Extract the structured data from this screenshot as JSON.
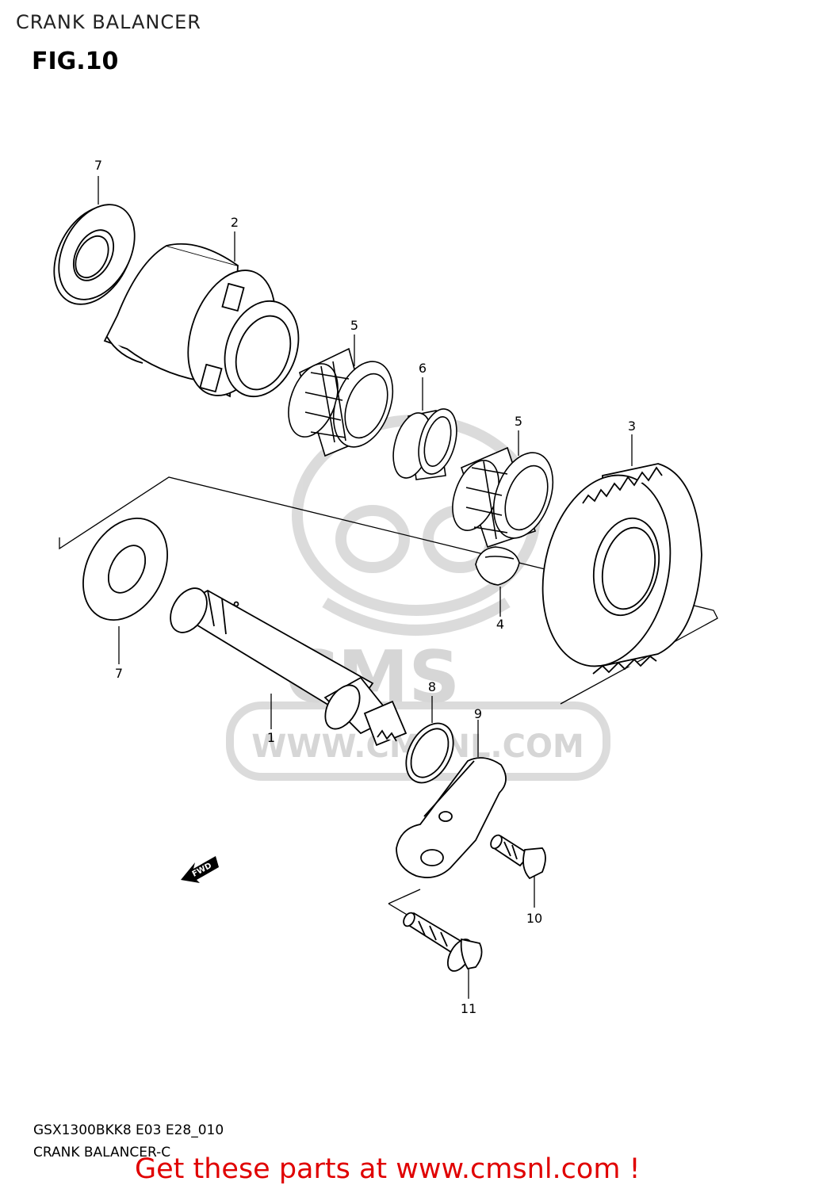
{
  "page": {
    "heading": "CRANK BALANCER",
    "figure_label": "FIG.10"
  },
  "callouts": {
    "c1": "1",
    "c2": "2",
    "c3": "3",
    "c4": "4",
    "c5a": "5",
    "c5b": "5",
    "c6": "6",
    "c7a": "7",
    "c7b": "7",
    "c8": "8",
    "c9": "9",
    "c10": "10",
    "c11": "11"
  },
  "direction_arrow": {
    "label": "FWD",
    "icon": "fwd-arrow-icon"
  },
  "watermark": {
    "brand": "CMS",
    "url": "WWW.CMSNL.COM"
  },
  "footer": {
    "code": "GSX1300BKK8 E03 E28_010",
    "name": "CRANK BALANCER-C"
  },
  "cta": {
    "text": "Get these parts at www.cmsnl.com !",
    "color": "#e00000"
  },
  "colors": {
    "line": "#000000",
    "watermark": "#d2d2d2",
    "cta": "#e00000"
  }
}
